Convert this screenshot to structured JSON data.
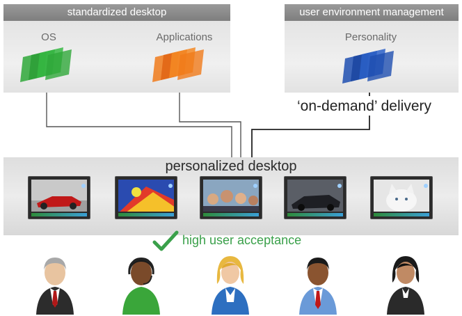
{
  "standardized": {
    "title": "standardized desktop",
    "layers": [
      {
        "label": "OS",
        "color": "#2fa83a",
        "icon": "layer-stack-icon"
      },
      {
        "label": "Applications",
        "color": "#f07a1a",
        "icon": "layer-stack-icon"
      }
    ]
  },
  "uem": {
    "title": "user environment management",
    "layers": [
      {
        "label": "Personality",
        "color": "#1f4fb0",
        "icon": "layer-stack-icon"
      }
    ]
  },
  "delivery_label": "‘on-demand’ delivery",
  "personalized": {
    "title": "personalized desktop",
    "desktops": [
      {
        "name": "race-car-wallpaper"
      },
      {
        "name": "colorful-sports-wallpaper"
      },
      {
        "name": "crowd-photo-wallpaper"
      },
      {
        "name": "dark-car-wallpaper"
      },
      {
        "name": "kitten-wallpaper"
      }
    ]
  },
  "acceptance": {
    "label": "high user acceptance",
    "icon": "checkmark-icon",
    "color": "#3aa04a"
  },
  "users": [
    {
      "icon": "businessman-gray-hair-icon"
    },
    {
      "icon": "support-agent-headset-icon"
    },
    {
      "icon": "businesswoman-blonde-icon"
    },
    {
      "icon": "businessman-red-tie-icon"
    },
    {
      "icon": "businesswoman-dark-hair-icon"
    }
  ]
}
